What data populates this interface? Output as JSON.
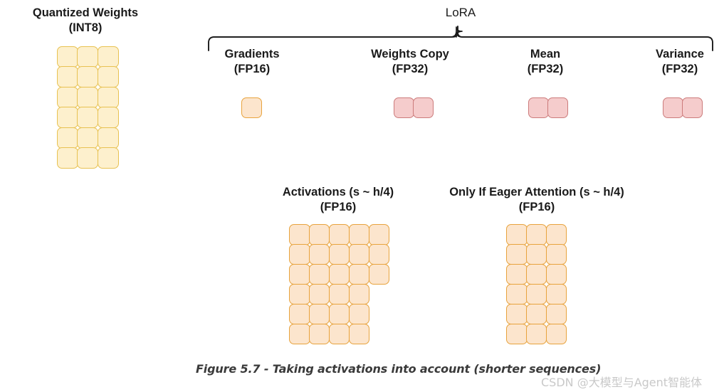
{
  "figure": {
    "caption": "Figure 5.7 - Taking activations into account (shorter sequences)",
    "watermark": "CSDN @大模型与Agent智能体"
  },
  "palette": {
    "cream_fill": "#fdf0cd",
    "cream_border": "#e8c252",
    "peach_fill": "#fce5cd",
    "peach_border": "#e8a33d",
    "pink_fill": "#f5cccc",
    "pink_border": "#cc7b7b",
    "text": "#1a1a1a",
    "caption_text": "#3a3a3a",
    "watermark_text": "#c9c9c9",
    "brace_stroke": "#1a1a1a"
  },
  "blocks": {
    "quantized_weights": {
      "title": "Quantized Weights",
      "dtype": "(INT8)",
      "color": "cream",
      "rows": [
        3,
        3,
        3,
        3,
        3,
        3
      ],
      "cell_count": 18
    },
    "gradients": {
      "title": "Gradients",
      "dtype": "(FP16)",
      "color": "peach",
      "rows": [
        1
      ],
      "cell_count": 1
    },
    "weights_copy": {
      "title": "Weights Copy",
      "dtype": "(FP32)",
      "color": "pink",
      "rows": [
        2
      ],
      "cell_count": 2
    },
    "mean": {
      "title": "Mean",
      "dtype": "(FP32)",
      "color": "pink",
      "rows": [
        2
      ],
      "cell_count": 2
    },
    "variance": {
      "title": "Variance",
      "dtype": "(FP32)",
      "color": "pink",
      "rows": [
        2
      ],
      "cell_count": 2
    },
    "activations": {
      "title": "Activations (s ~ h/4)",
      "dtype": "(FP16)",
      "color": "peach",
      "rows": [
        5,
        5,
        5,
        4,
        4,
        4
      ],
      "cell_count": 27
    },
    "eager_attention": {
      "title": "Only If Eager Attention (s ~ h/4)",
      "dtype": "(FP16)",
      "color": "peach",
      "rows": [
        3,
        3,
        3,
        3,
        3,
        3
      ],
      "cell_count": 18
    }
  },
  "group": {
    "lora_label": "LoRA",
    "members": [
      "Gradients",
      "Weights Copy",
      "Mean",
      "Variance"
    ]
  }
}
